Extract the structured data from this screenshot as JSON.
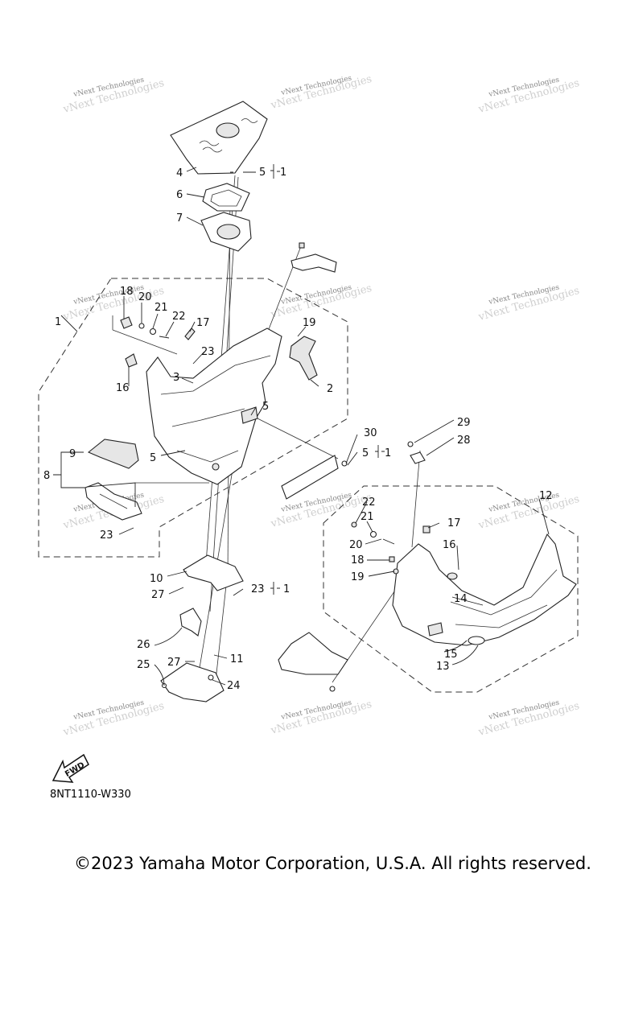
{
  "watermark": {
    "text": "vNext Technologies"
  },
  "fwd_label": "FWD",
  "diagram_code": "8NT1110-W330",
  "copyright": "©2023 Yamaha Motor Corporation, U.S.A. All rights reserved.",
  "callouts": {
    "c1a": "1",
    "c1b": "1",
    "c1c": "1",
    "c1d": "1",
    "c2": "2",
    "c3": "3",
    "c4": "4",
    "c5a": "5",
    "c5b": "5",
    "c5c": "5",
    "c5d": "5",
    "c6": "6",
    "c7": "7",
    "c8": "8",
    "c9": "9",
    "c10": "10",
    "c11": "11",
    "c12": "12",
    "c13": "13",
    "c14": "14",
    "c15": "15",
    "c16a": "16",
    "c16b": "16",
    "c17a": "17",
    "c17b": "17",
    "c18a": "18",
    "c18b": "18",
    "c19a": "19",
    "c19b": "19",
    "c20a": "20",
    "c20b": "20",
    "c21a": "21",
    "c21b": "21",
    "c22a": "22",
    "c22b": "22",
    "c23a": "23",
    "c23b": "23",
    "c23c": "23",
    "c24": "24",
    "c25": "25",
    "c26": "26",
    "c27a": "27",
    "c27b": "27",
    "c28": "28",
    "c29": "29",
    "c30": "30"
  }
}
